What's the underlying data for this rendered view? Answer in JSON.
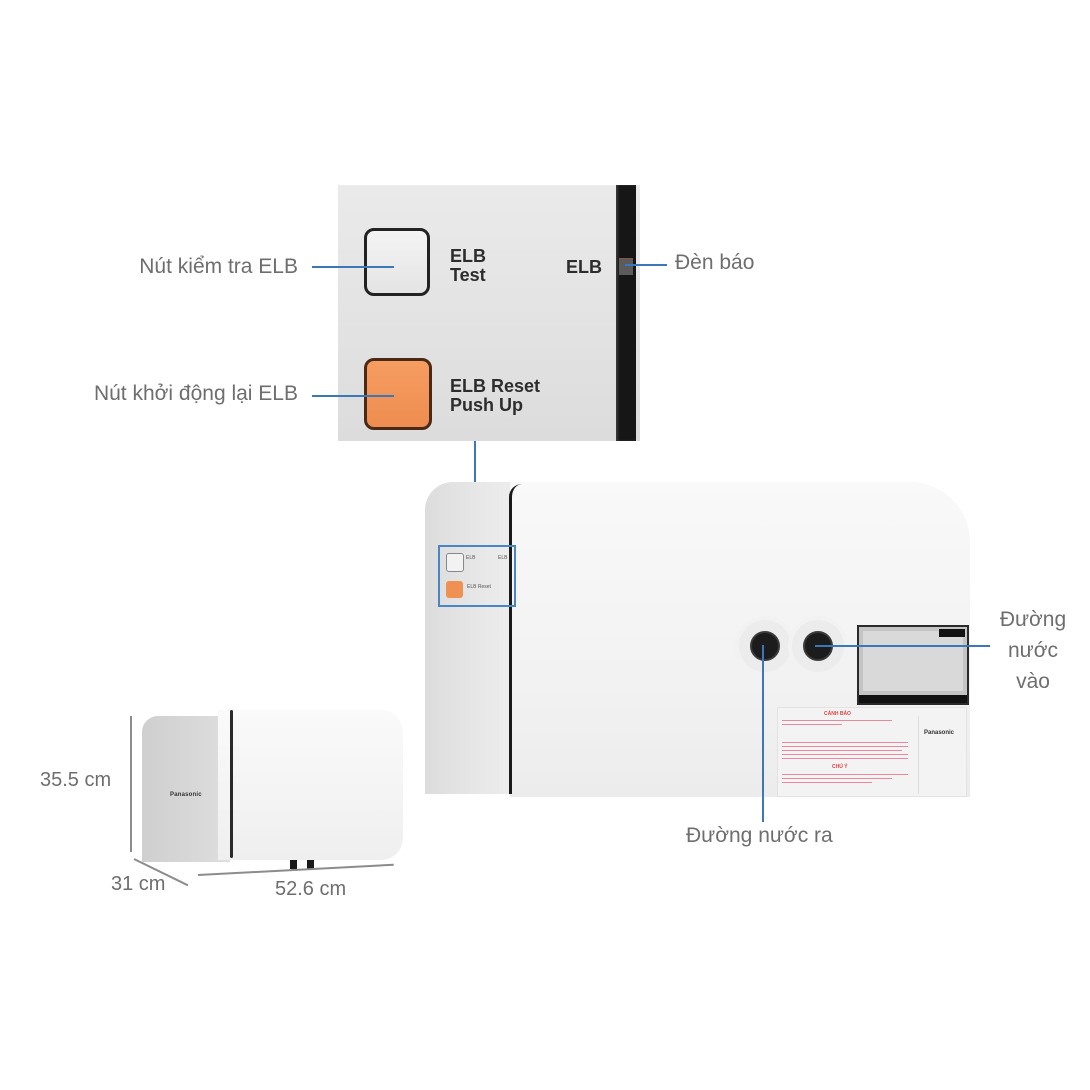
{
  "panel": {
    "test_button_label": [
      "ELB",
      "Test"
    ],
    "reset_button_label": [
      "ELB Reset",
      "Push Up"
    ],
    "indicator_label": "ELB"
  },
  "callouts": {
    "elb_test_button": "Nút kiểm tra ELB",
    "elb_reset_button": "Nút khởi động lại ELB",
    "indicator_light": "Đèn báo",
    "water_inlet": [
      "Đường",
      "nước",
      "vào"
    ],
    "water_outlet": "Đường nước ra"
  },
  "dimensions": {
    "height": "35.5 cm",
    "depth": "31 cm",
    "width": "52.6 cm"
  },
  "brand": "Panasonic",
  "sticker": {
    "warning_title": "CẢNH BÁO",
    "note_title": "CHÚ Ý"
  },
  "colors": {
    "callout_line": "#3a78b8",
    "reset_button": "#f09558",
    "label_text": "#6e6e6e"
  }
}
